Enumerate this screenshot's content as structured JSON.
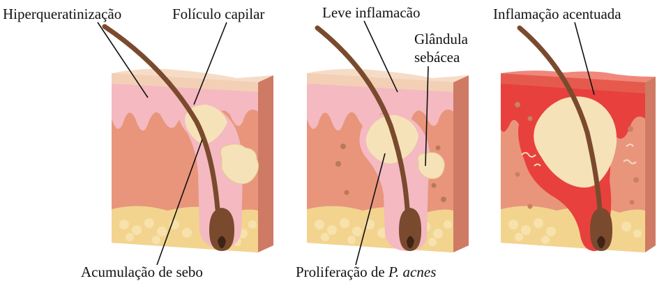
{
  "labels": {
    "hiperqueratinizacao": "Hiperqueratinização",
    "foliculo_capilar": "Folículo capilar",
    "acumulacao_sebo": "Acumulação de sebo",
    "leve_inflamacao": "Leve inflamacão",
    "glandula_line1": "Glândula",
    "glandula_line2": "sebácea",
    "proliferacao_prefix": "Proliferação de ",
    "proliferacao_species": "P. acnes",
    "inflamacao_acentuada": "Inflamação acentuada"
  },
  "colors": {
    "dermis": "#e8957c",
    "dermis_side": "#cf7a64",
    "epidermis_top": "#f6dcc6",
    "epidermis_pink": "#f4b9c1",
    "hair": "#7a4a2e",
    "sebum": "#f6e2b8",
    "fat": "#f2d48e",
    "inflamed": "#e8403c",
    "leader_line": "#111111"
  }
}
